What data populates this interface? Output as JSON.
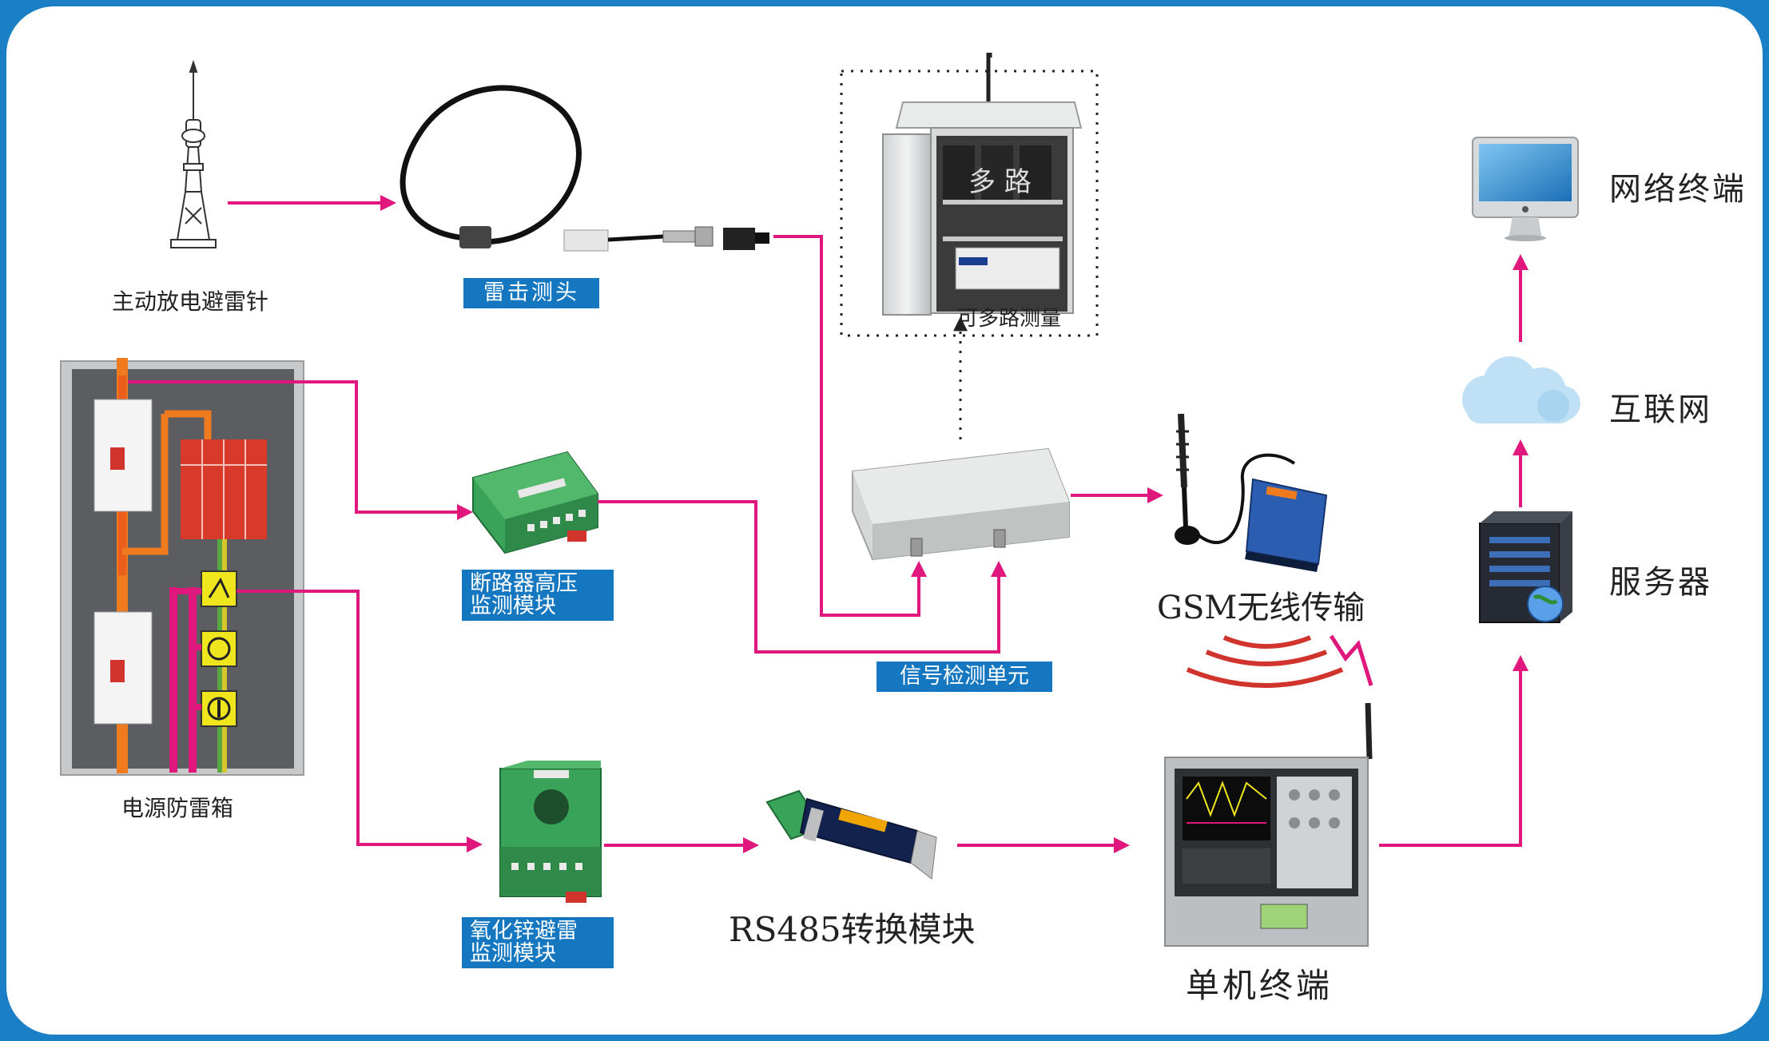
{
  "labels": {
    "lightning_rod": "主动放电避雷针",
    "lightning_probe": "雷击测头",
    "multi_channel": "可多路测量",
    "breaker_module": [
      "断路器高压",
      "监测模块"
    ],
    "signal_unit": "信号检测单元",
    "gsm": "GSM无线传输",
    "power_box": "电源防雷箱",
    "zno_module": [
      "氧化锌避雷",
      "监测模块"
    ],
    "rs485": "RS485转换模块",
    "standalone_terminal": "单机终端",
    "network_terminal": "网络终端",
    "internet": "互联网",
    "server": "服务器",
    "cabinet_text": "多 路"
  },
  "colors": {
    "frame": "#1a7fc4",
    "arrow": "#e0177c",
    "tag_bg": "#1477c0",
    "module_green": "#3aa35a",
    "cloud": "#bfe0f5"
  }
}
